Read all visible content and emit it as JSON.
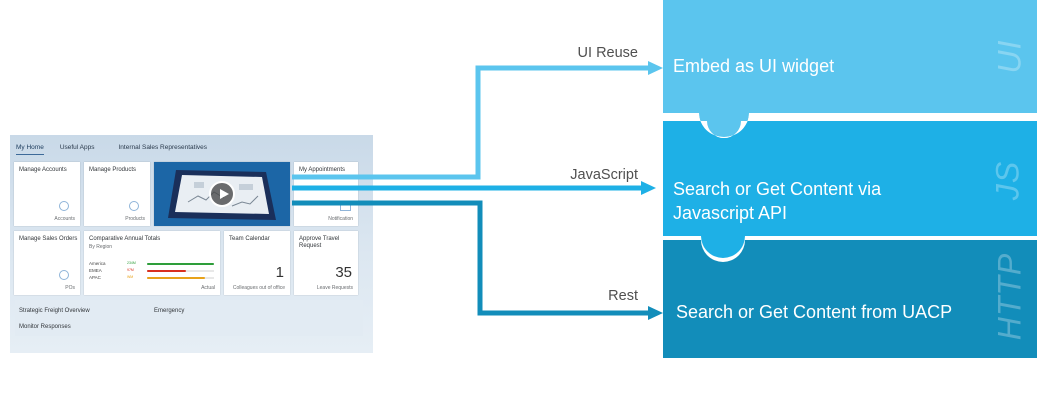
{
  "launchpad": {
    "tabs": [
      "My Home",
      "Useful Apps",
      "Internal Sales Representatives"
    ],
    "tiles": {
      "manage_accounts": {
        "title": "Manage Accounts",
        "footer": "Accounts"
      },
      "manage_products": {
        "title": "Manage Products",
        "footer": "Products"
      },
      "my_appointments": {
        "title": "My Appointments",
        "footer": "Notification"
      },
      "manage_sales_orders": {
        "title": "Manage Sales Orders",
        "footer": "POs"
      },
      "comparative": {
        "title": "Comparative Annual Totals",
        "subtitle": "By Region",
        "footer": "Actual",
        "rows": [
          {
            "label": "America",
            "value": "234M",
            "color": "#2e9e3a",
            "fill": 1.0
          },
          {
            "label": "EMEA",
            "value": "97M",
            "color": "#d9301f",
            "fill": 0.58
          },
          {
            "label": "APAC",
            "value": "WM",
            "color": "#e8a21a",
            "fill": 0.86
          }
        ]
      },
      "team_calendar": {
        "title": "Team Calendar",
        "number": "1",
        "footer": "Colleagues out of office"
      },
      "approve_travel": {
        "title": "Approve Travel Request",
        "number": "35",
        "footer": "Leave Requests"
      }
    },
    "bottom": {
      "strategic": "Strategic Freight Overview",
      "emergency": "Emergency",
      "monitor": "Monitor Responses"
    }
  },
  "connectors": {
    "ui_reuse": "UI Reuse",
    "javascript": "JavaScript",
    "rest": "Rest"
  },
  "blocks": {
    "ui": {
      "text": "Embed as UI widget",
      "watermark": "UI",
      "color": "#5bc5ee"
    },
    "js": {
      "text_line1": "Search or Get Content via",
      "text_line2": "Javascript API",
      "watermark": "JS",
      "color": "#1eb0e6"
    },
    "http": {
      "text": "Search or Get Content from UACP",
      "watermark": "HTTP",
      "color": "#128dba"
    }
  },
  "colors": {
    "arrow_ui": "#5bc5ee",
    "arrow_js": "#1eb0e6",
    "arrow_http": "#128dba"
  }
}
